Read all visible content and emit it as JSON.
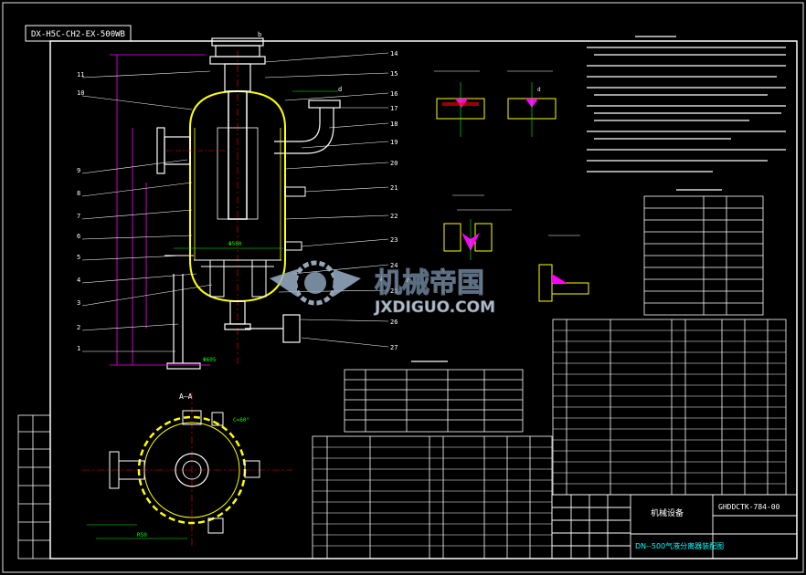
{
  "title_tag": "DX-H5C-CH2-EX-500WB",
  "watermark": {
    "brand_cn": "机械帝国",
    "brand_url": "JXDIGUO.COM"
  },
  "part_numbers_right": [
    "14",
    "15",
    "16",
    "17",
    "18",
    "19",
    "20",
    "21",
    "22",
    "23",
    "24",
    "25",
    "26",
    "27"
  ],
  "part_numbers_left": [
    "11",
    "10",
    "9",
    "8",
    "7",
    "6",
    "5",
    "4",
    "3",
    "2",
    "1"
  ],
  "section_label": "A—A",
  "title_block": {
    "company": "机械设备",
    "drawing_no": "GHDDCTK-784-00",
    "title": "DN--500气液分离器装配图"
  },
  "colors": {
    "frame": "#00ffff",
    "vessel": "#ffff00",
    "detail": "#ff00ff",
    "dim": "#00ff00",
    "text": "#ffffff",
    "hatch": "#ff0000",
    "bg": "#000000"
  }
}
